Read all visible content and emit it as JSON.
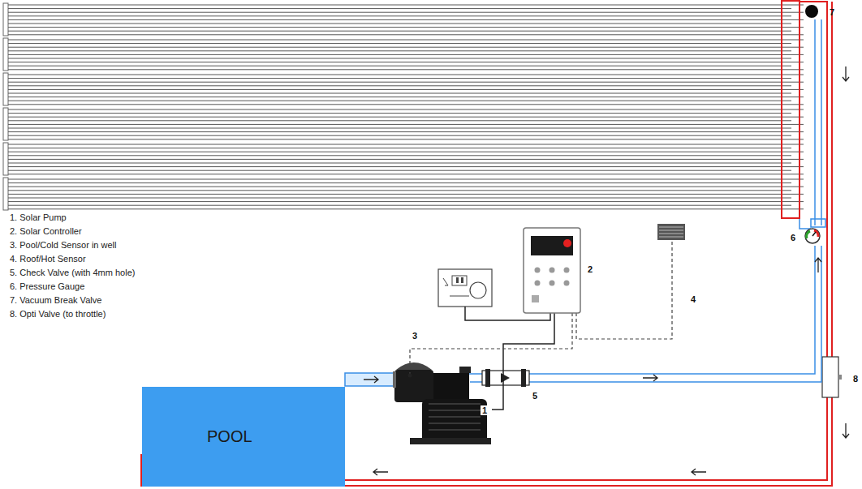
{
  "diagram": {
    "nodes": [
      {
        "text": [
          "POOL"
        ]
      }
    ],
    "labels": [
      "1.   Solar Pump",
      "2.   Solar Controller",
      "3.   Pool/Cold Sensor in well",
      "4.   Roof/Hot Sensor",
      "5.   Check Valve (with 4mm hole)",
      "6.   Pressure Gauge",
      "7.   Vacuum Break Valve",
      "8.   Opti Valve (to throttle)",
      "1",
      "2",
      "3",
      "4",
      "5",
      "6",
      "7",
      "8"
    ]
  }
}
